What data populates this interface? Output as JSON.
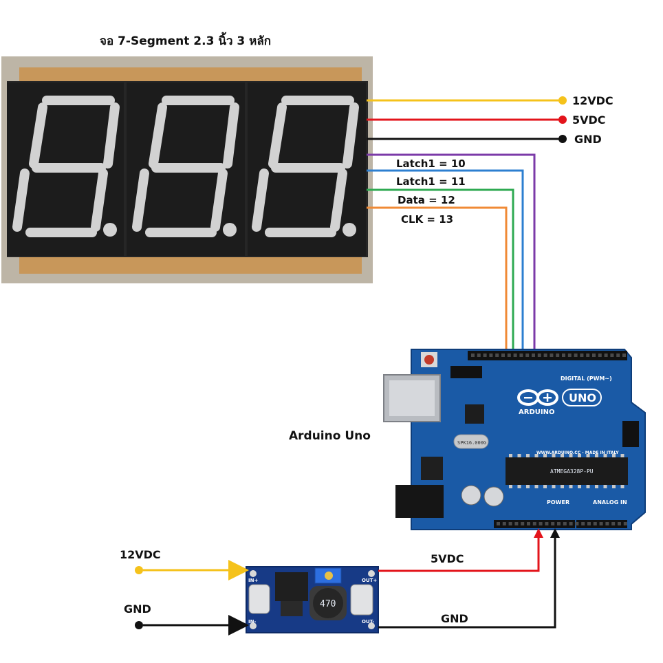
{
  "title": "จอ 7-Segment 2.3 นิ้ว 3 หลัก",
  "display": {
    "digits": 3
  },
  "wires": [
    {
      "id": "w12v",
      "label": "12VDC",
      "color": "#f5c21b"
    },
    {
      "id": "w5v",
      "label": "5VDC",
      "color": "#e3141b"
    },
    {
      "id": "wgnd",
      "label": "GND",
      "color": "#111111"
    }
  ],
  "signals": [
    {
      "id": "latch1a",
      "label": "Latch1 = 10",
      "color": "#7b3aa8"
    },
    {
      "id": "latch1b",
      "label": "Latch1 = 11",
      "color": "#2d7fd0"
    },
    {
      "id": "data",
      "label": "Data = 12",
      "color": "#2faa52"
    },
    {
      "id": "clk",
      "label": "CLK = 13",
      "color": "#f08a35"
    }
  ],
  "arduino": {
    "label": "Arduino Uno",
    "brand": "ARDUINO",
    "model": "UNO",
    "crystal": "SPK16.000G",
    "chip": "ATMEGA328P-PU",
    "website": "WWW.ARDUINO.CC - MADE IN ITALY",
    "header_digital": "DIGITAL (PWM~)",
    "header_power": "POWER",
    "header_analog": "ANALOG IN"
  },
  "regulator": {
    "input_label": "12VDC",
    "gnd_label": "GND",
    "output_label": "5VDC",
    "output_gnd_label": "GND",
    "inductor": "470",
    "pin_in_plus": "IN+",
    "pin_in_minus": "IN-",
    "pin_out_plus": "OUT+",
    "pin_out_minus": "OUT-"
  },
  "colors": {
    "yellow": "#f5c21b",
    "red": "#e3141b",
    "black": "#111111",
    "purple": "#7b3aa8",
    "blue": "#2d7fd0",
    "green": "#2faa52",
    "orange": "#f08a35",
    "board_blue": "#1a5aa6",
    "pcb_copper": "#c8975a"
  }
}
